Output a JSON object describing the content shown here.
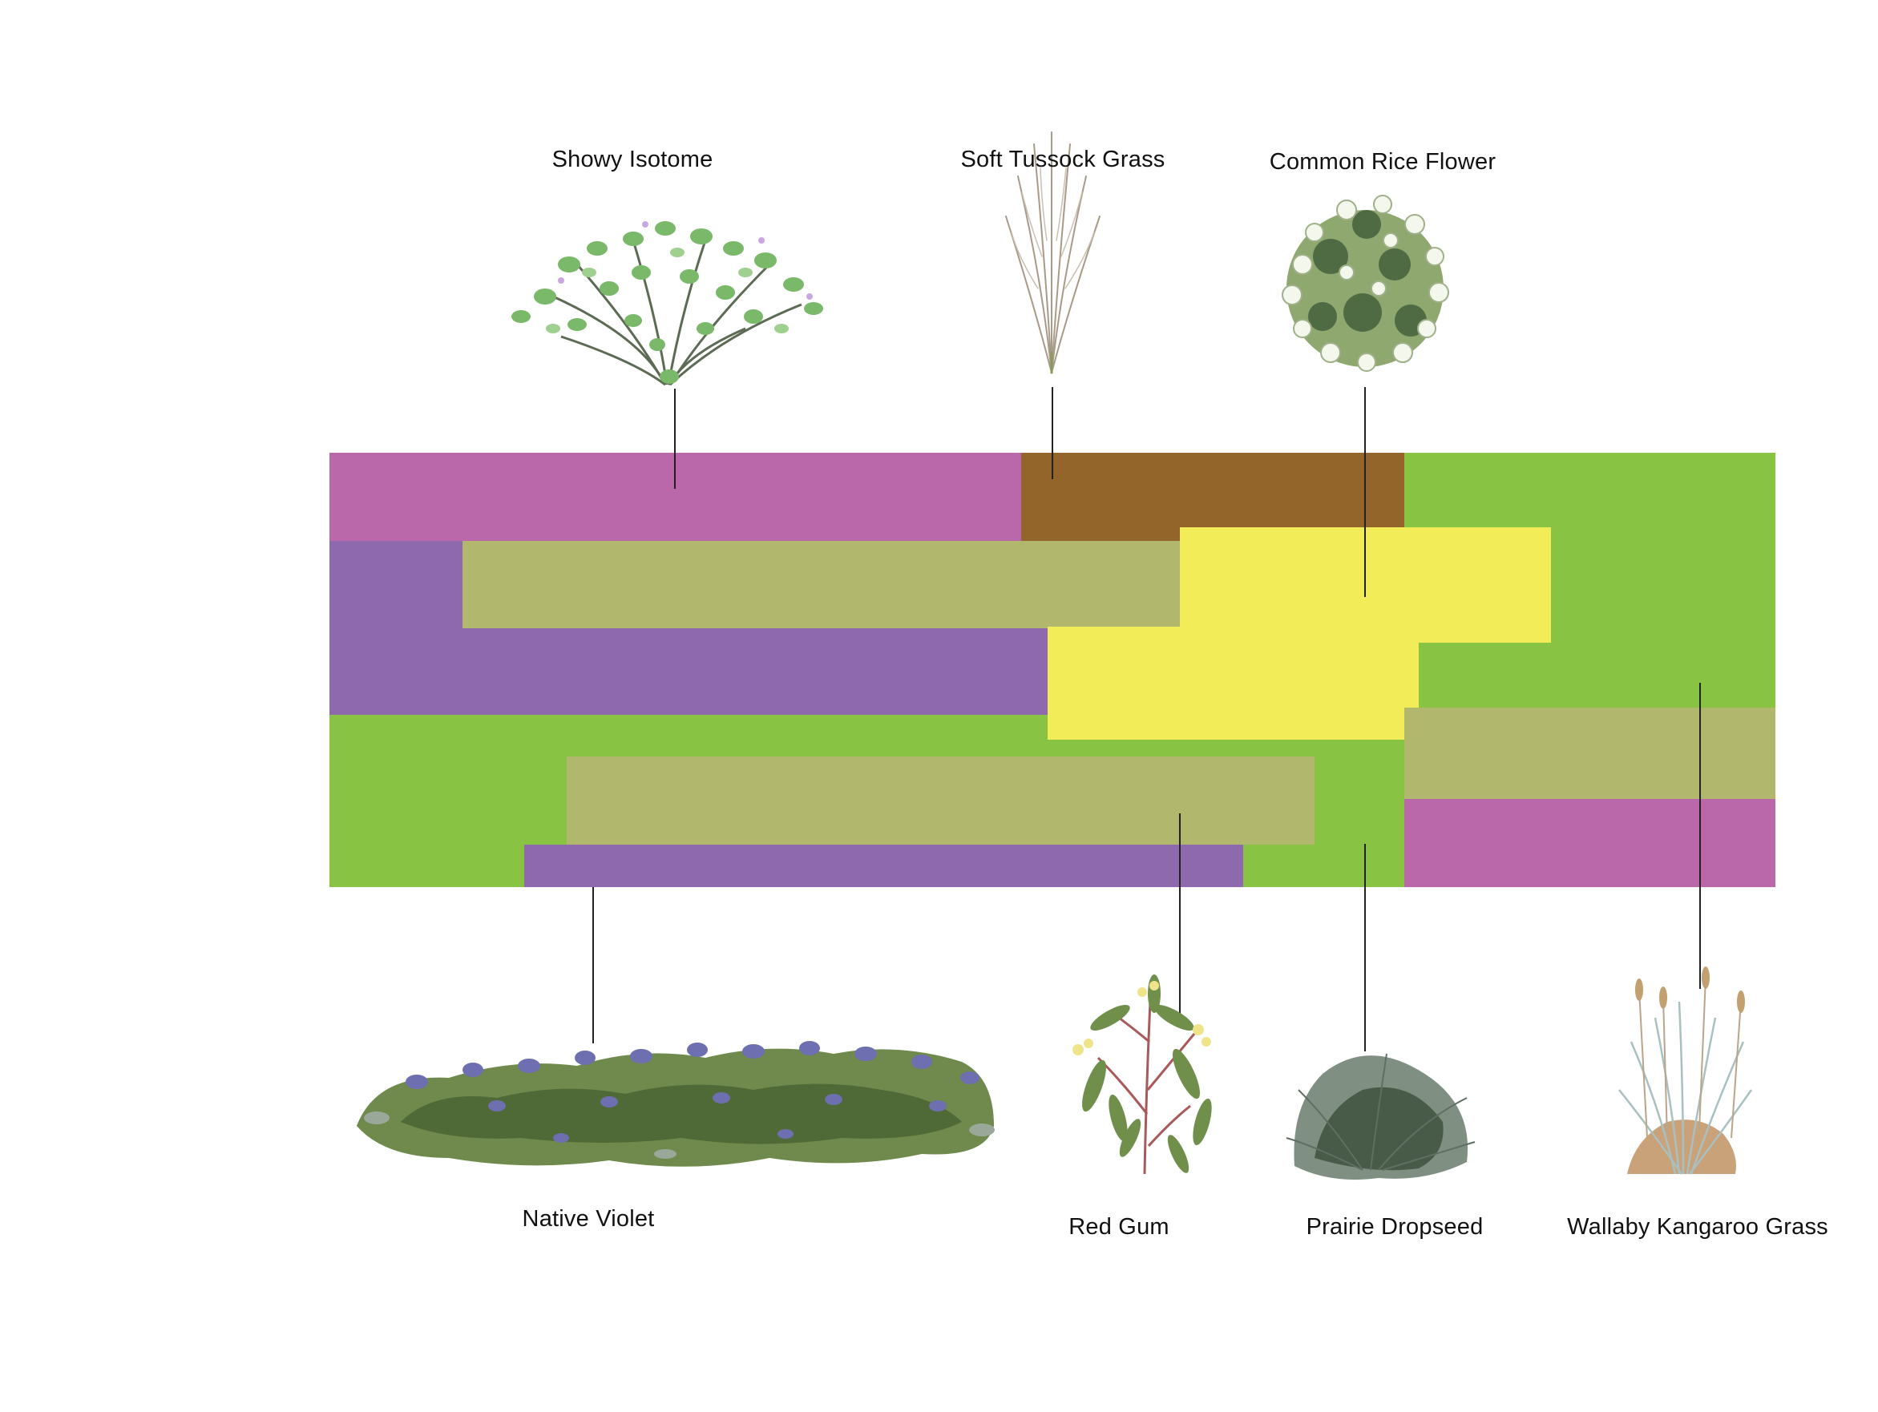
{
  "colors": {
    "pink": "#bb68aa",
    "brown": "#94652b",
    "light_green": "#88c344",
    "olive": "#b1b86e",
    "purple": "#8f69ad",
    "yellow": "#f1ec58",
    "leader_line": "#222222"
  },
  "plants": {
    "showy_isotome": {
      "name": "Showy Isotome",
      "icon": "showy-isotome-illustration"
    },
    "soft_tussock_grass": {
      "name": "Soft Tussock Grass",
      "icon": "soft-tussock-grass-illustration"
    },
    "common_rice_flower": {
      "name": "Common Rice Flower",
      "icon": "common-rice-flower-illustration"
    },
    "native_violet": {
      "name": "Native Violet",
      "icon": "native-violet-illustration"
    },
    "red_gum": {
      "name": "Red Gum",
      "icon": "red-gum-illustration"
    },
    "prairie_dropseed": {
      "name": "Prairie Dropseed",
      "icon": "prairie-dropseed-illustration"
    },
    "wallaby_kangaroo_grass": {
      "name": "Wallaby Kangaroo Grass",
      "icon": "wallaby-kangaroo-grass-illustration"
    }
  }
}
